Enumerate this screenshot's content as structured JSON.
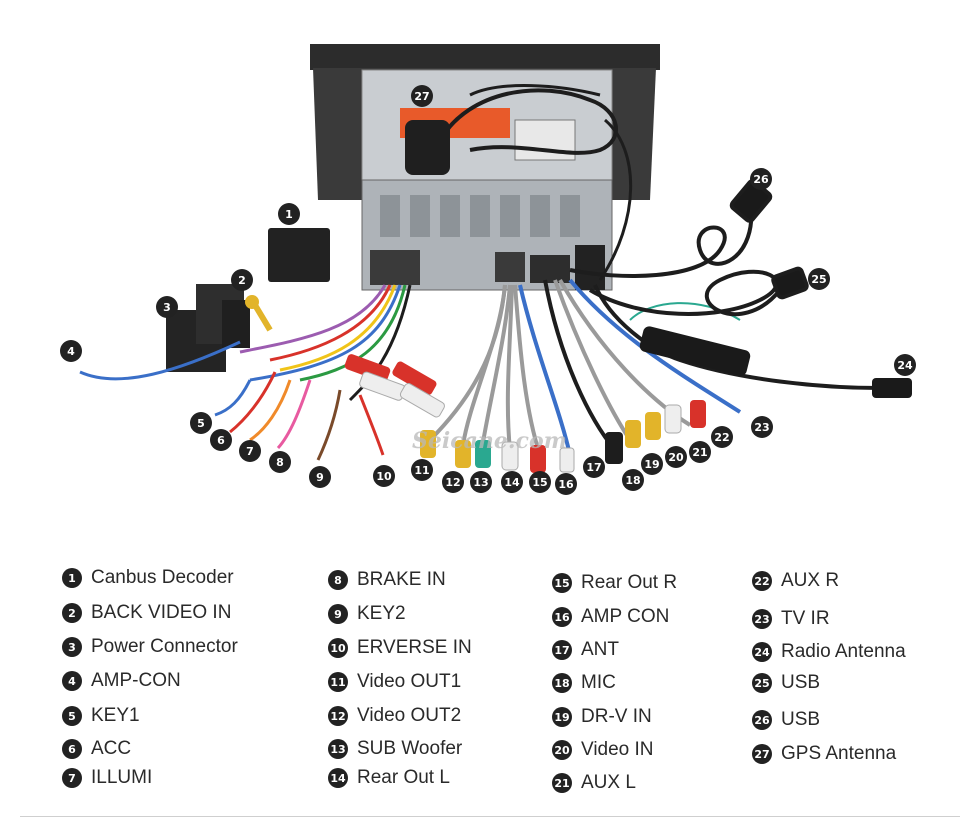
{
  "watermark": "Seicane.com",
  "legend": [
    {
      "n": "1",
      "label": "Canbus Decoder"
    },
    {
      "n": "2",
      "label": "BACK VIDEO IN"
    },
    {
      "n": "3",
      "label": "Power Connector"
    },
    {
      "n": "4",
      "label": "AMP-CON"
    },
    {
      "n": "5",
      "label": "KEY1"
    },
    {
      "n": "6",
      "label": "ACC"
    },
    {
      "n": "7",
      "label": "ILLUMI"
    },
    {
      "n": "8",
      "label": "BRAKE IN"
    },
    {
      "n": "9",
      "label": "KEY2"
    },
    {
      "n": "10",
      "label": "ERVERSE IN"
    },
    {
      "n": "11",
      "label": "Video OUT1"
    },
    {
      "n": "12",
      "label": "Video OUT2"
    },
    {
      "n": "13",
      "label": "SUB Woofer"
    },
    {
      "n": "14",
      "label": "Rear Out L"
    },
    {
      "n": "15",
      "label": "Rear Out R"
    },
    {
      "n": "16",
      "label": "AMP CON"
    },
    {
      "n": "17",
      "label": "ANT"
    },
    {
      "n": "18",
      "label": "MIC"
    },
    {
      "n": "19",
      "label": "DR-V IN"
    },
    {
      "n": "20",
      "label": "Video IN"
    },
    {
      "n": "21",
      "label": "AUX L"
    },
    {
      "n": "22",
      "label": "AUX R"
    },
    {
      "n": "23",
      "label": "TV IR"
    },
    {
      "n": "24",
      "label": "Radio Antenna"
    },
    {
      "n": "25",
      "label": "USB"
    },
    {
      "n": "26",
      "label": "USB"
    },
    {
      "n": "27",
      "label": "GPS Antenna"
    }
  ],
  "colors": {
    "badge": "#222222",
    "rca_red": "#d8322a",
    "rca_white": "#eeeeee",
    "rca_yellow": "#e2b42a",
    "rca_green": "#2aa890",
    "wire_blue": "#3a6fc8",
    "wire_gray": "#9a9a9a",
    "wire_black": "#1d1d1d",
    "unit_frame": "#333333",
    "unit_metal": "#bfc3c7"
  }
}
